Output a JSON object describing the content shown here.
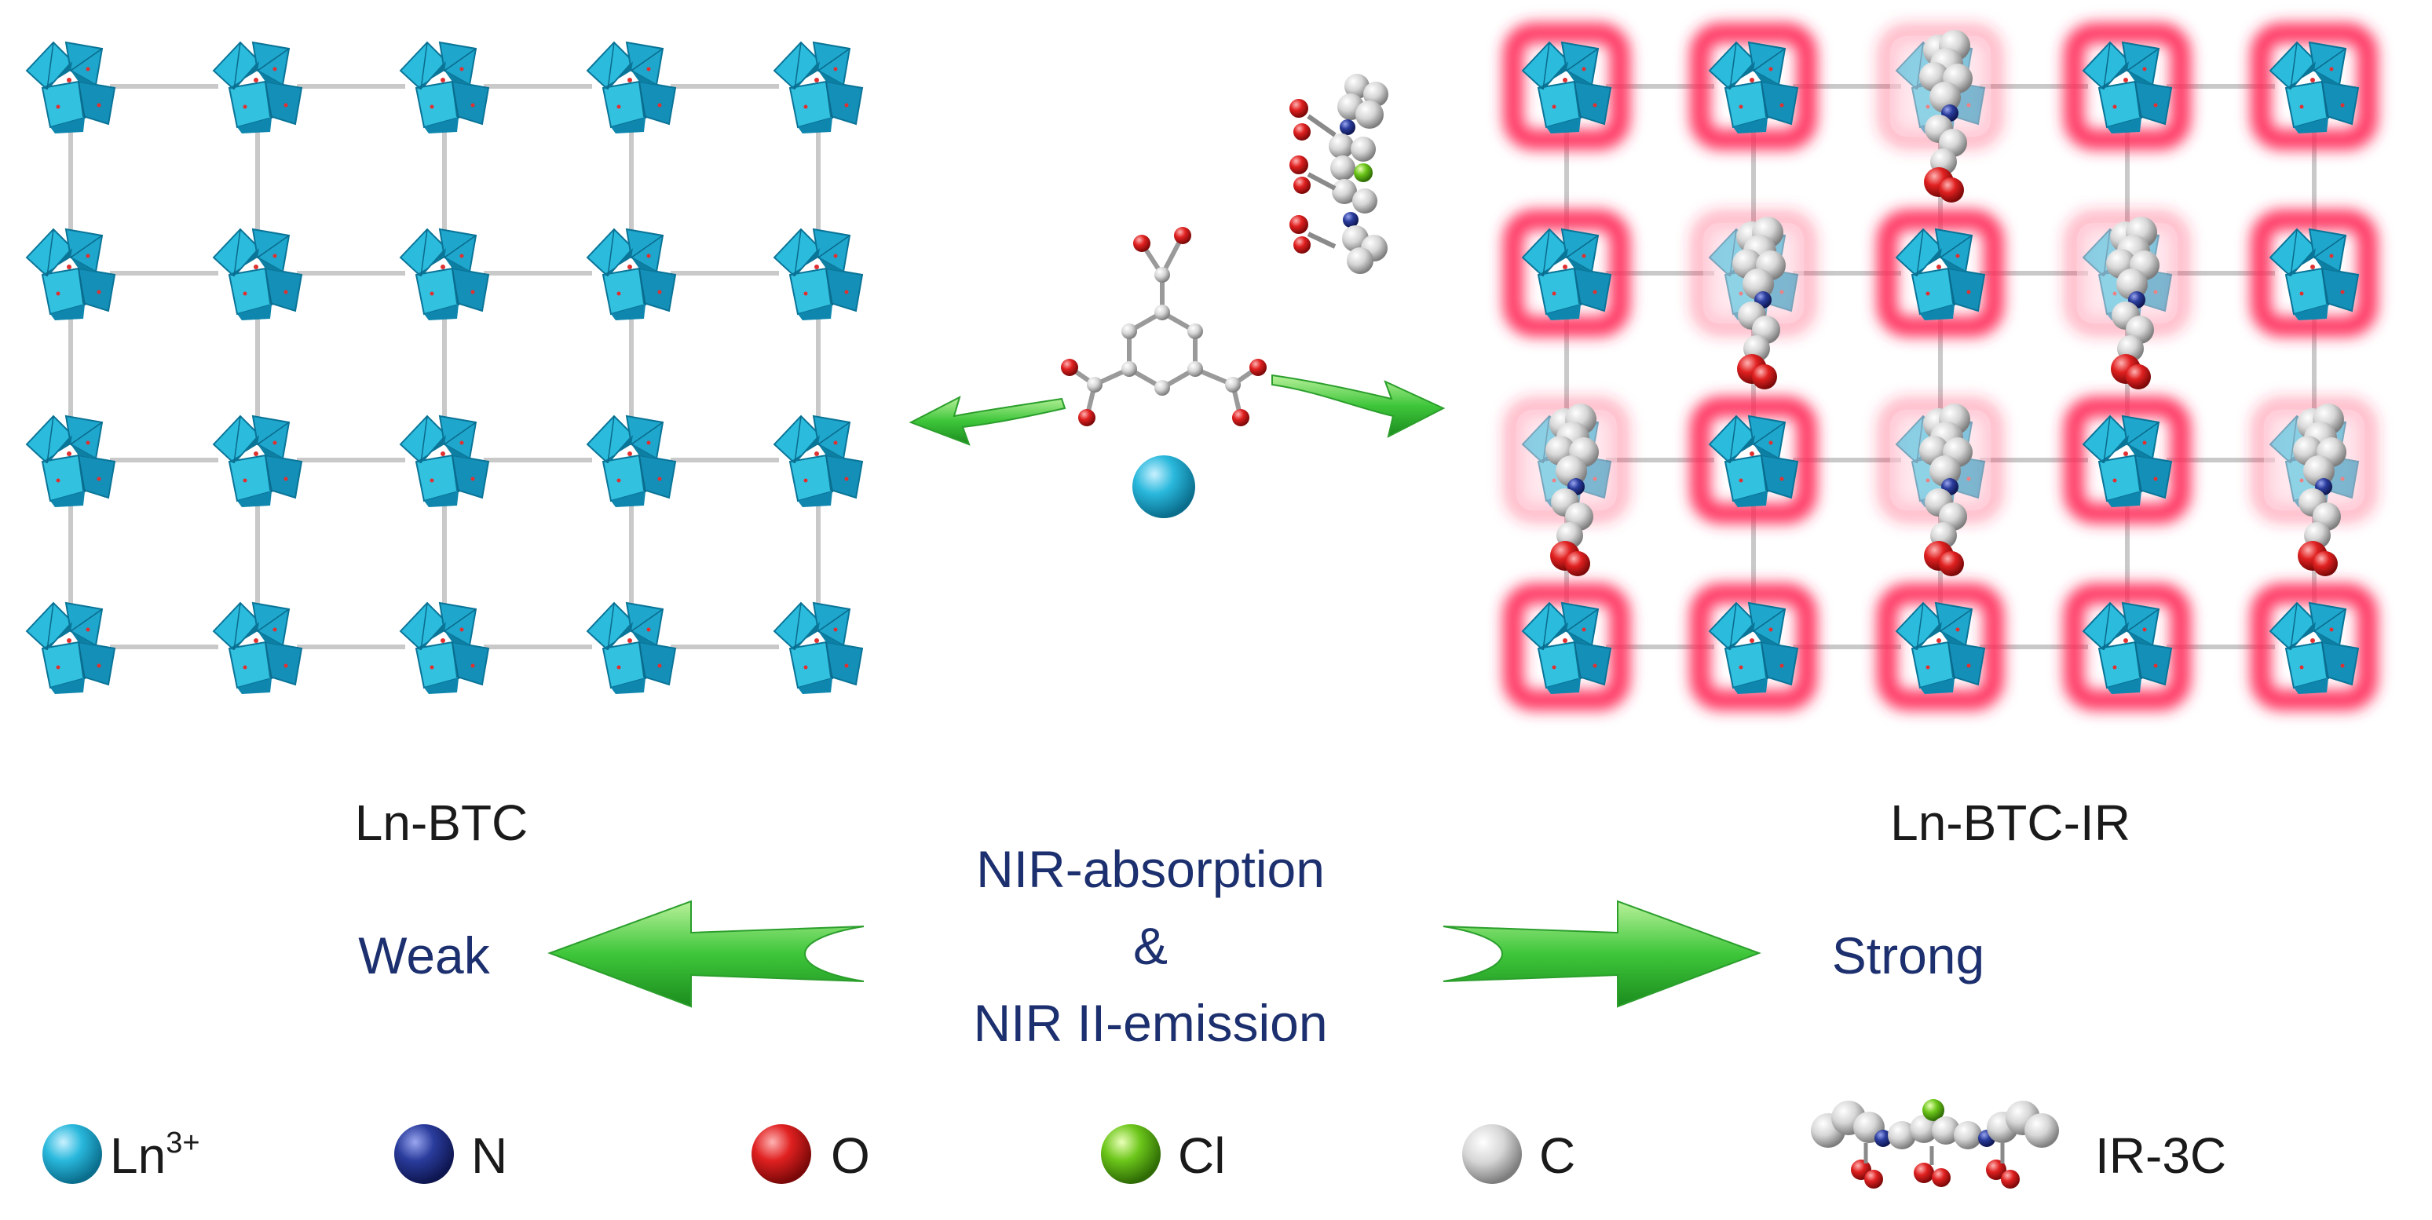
{
  "panels": {
    "left": {
      "label": "Ln-BTC",
      "rows": 4,
      "cols": 5
    },
    "right": {
      "label": "Ln-BTC-IR",
      "rows": 4,
      "cols": 5,
      "glow_color": "#ff2a5a",
      "pale_cells": [
        [
          0,
          2
        ],
        [
          1,
          1
        ],
        [
          1,
          3
        ],
        [
          2,
          0
        ],
        [
          2,
          2
        ],
        [
          2,
          4
        ]
      ],
      "dye_cells": [
        [
          0,
          2
        ],
        [
          1,
          1
        ],
        [
          1,
          3
        ],
        [
          2,
          0
        ],
        [
          2,
          2
        ],
        [
          2,
          4
        ]
      ]
    }
  },
  "center": {
    "line1": "NIR-absorption",
    "line2": "&",
    "line3": "NIR II-emission",
    "weak": "Weak",
    "strong": "Strong"
  },
  "legend": [
    {
      "base": "Ln",
      "sup": "3+",
      "color": "#1fb3d6",
      "icon": "ln-ion-sphere"
    },
    {
      "base": "N",
      "sup": "",
      "color": "#2a3c9c",
      "icon": "nitrogen-sphere"
    },
    {
      "base": "O",
      "sup": "",
      "color": "#e02020",
      "icon": "oxygen-sphere"
    },
    {
      "base": "Cl",
      "sup": "",
      "color": "#6cc61a",
      "icon": "chlorine-sphere"
    },
    {
      "base": "C",
      "sup": "",
      "color": "#d6d6d6",
      "icon": "carbon-sphere"
    },
    {
      "base": "IR-3C",
      "sup": "",
      "color": "#dcdcdc",
      "icon": "ir-3c-molecule"
    }
  ],
  "colors": {
    "polyhedron": "#29b6d9",
    "polyhedron_dark": "#0c7fa3",
    "arrow": "#3ec63a",
    "text_blue": "#1c2f6e"
  }
}
